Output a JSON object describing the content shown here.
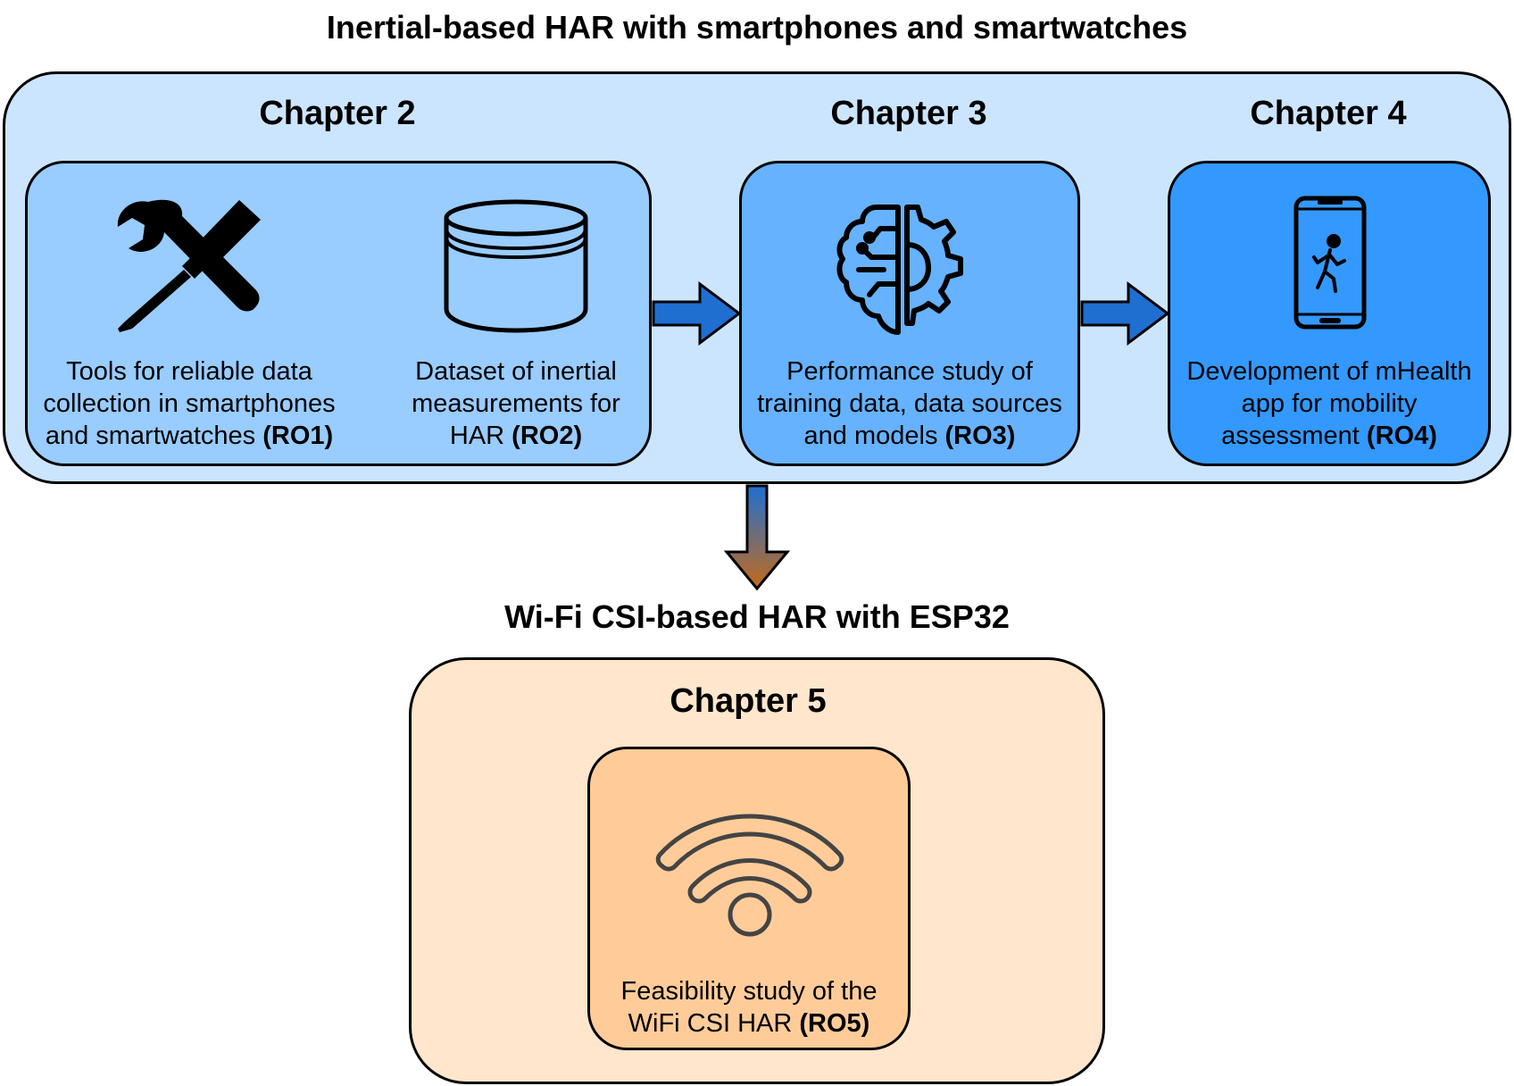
{
  "diagram": {
    "top_title": "Inertial-based HAR with smartphones and smartwatches",
    "bottom_title": "Wi-Fi CSI-based HAR with ESP32",
    "chapters": {
      "ch2": "Chapter 2",
      "ch3": "Chapter 3",
      "ch4": "Chapter 4",
      "ch5": "Chapter 5"
    },
    "items": {
      "tools": {
        "text_lines": [
          "Tools for reliable data",
          "collection in smartphones",
          "and smartwatches"
        ],
        "tag": "(RO1)",
        "icon": "tools-icon"
      },
      "dataset": {
        "text_lines": [
          "Dataset of inertial",
          "measurements for",
          "HAR"
        ],
        "tag": "(RO2)",
        "icon": "database-icon"
      },
      "performance": {
        "text_lines": [
          "Performance study of",
          "training data, data sources",
          "and models"
        ],
        "tag": "(RO3)",
        "icon": "brain-gear-icon"
      },
      "mhealth": {
        "text_lines": [
          "Development of mHealth",
          "app for mobility",
          "assessment"
        ],
        "tag": "(RO4)",
        "icon": "smartphone-walking-icon"
      },
      "wifi": {
        "text_lines": [
          "Feasibility study of the",
          "WiFi CSI HAR"
        ],
        "tag": "(RO5)",
        "icon": "wifi-icon"
      }
    },
    "colors": {
      "outer_blue": "#cce5ff",
      "ch2_blue": "#99ccff",
      "ch3_blue": "#66b2ff",
      "ch4_blue": "#3399ff",
      "arrow_blue": "#1f6fd1",
      "outer_orange": "#ffe6cc",
      "inner_orange": "#ffcc99",
      "arrow_brown": "#c46a1a"
    }
  }
}
